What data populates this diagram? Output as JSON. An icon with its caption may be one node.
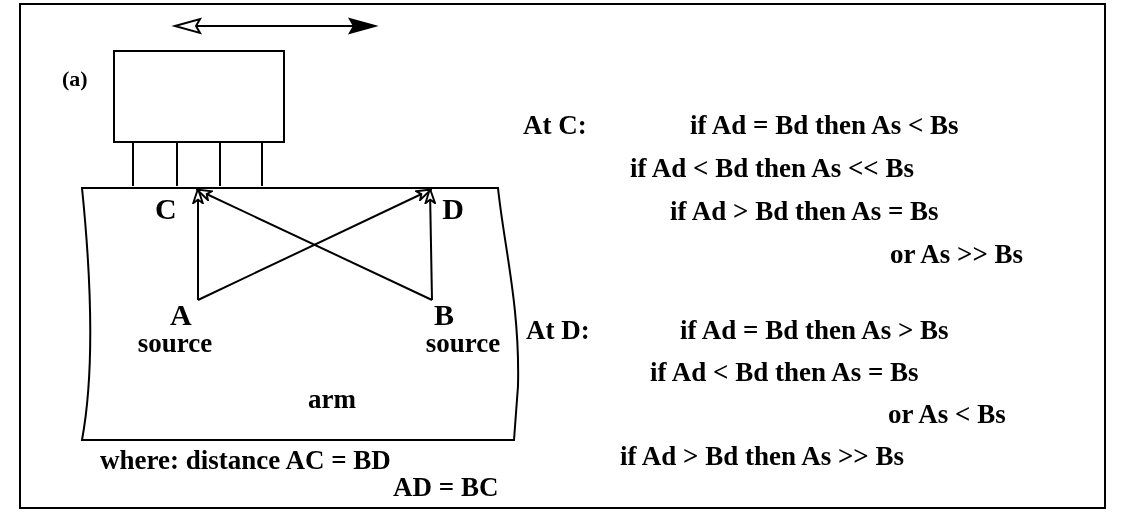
{
  "diagram": {
    "nodes": [
      {
        "text": [],
        "shape": "box"
      },
      {
        "text": [
          "arm"
        ]
      },
      {
        "text": [
          "C"
        ],
        "in": 1
      },
      {
        "text": [
          "D"
        ],
        "in": 1
      },
      {
        "text": [
          "A",
          "source"
        ],
        "in": 1
      },
      {
        "text": [
          "B",
          "source"
        ],
        "in": 1
      }
    ],
    "edges": [
      {
        "from": 0,
        "to": 1,
        "arrow": "none"
      },
      {
        "from": 0,
        "to": 1,
        "arrow": "none"
      },
      {
        "from": 0,
        "to": 1,
        "arrow": "none"
      },
      {
        "from": 0,
        "to": 1,
        "arrow": "none"
      },
      {
        "from": 4,
        "to": 2,
        "arrow": "to"
      },
      {
        "from": 4,
        "to": 3,
        "arrow": "to"
      },
      {
        "from": 5,
        "to": 2,
        "arrow": "to"
      },
      {
        "from": 5,
        "to": 3,
        "arrow": "to"
      }
    ],
    "labels": [
      "(a)",
      "At C:",
      "if Ad = Bd then As < Bs",
      "if Ad < Bd then As << Bs",
      "if Ad > Bd then As = Bs",
      "or As >> Bs",
      "At D:",
      "if Ad = Bd then As > Bs",
      "if Ad < Bd then As = Bs",
      "or As < Bs",
      "if Ad > Bd then As >> Bs",
      "where: distance AC = BD",
      "AD = BC"
    ]
  }
}
